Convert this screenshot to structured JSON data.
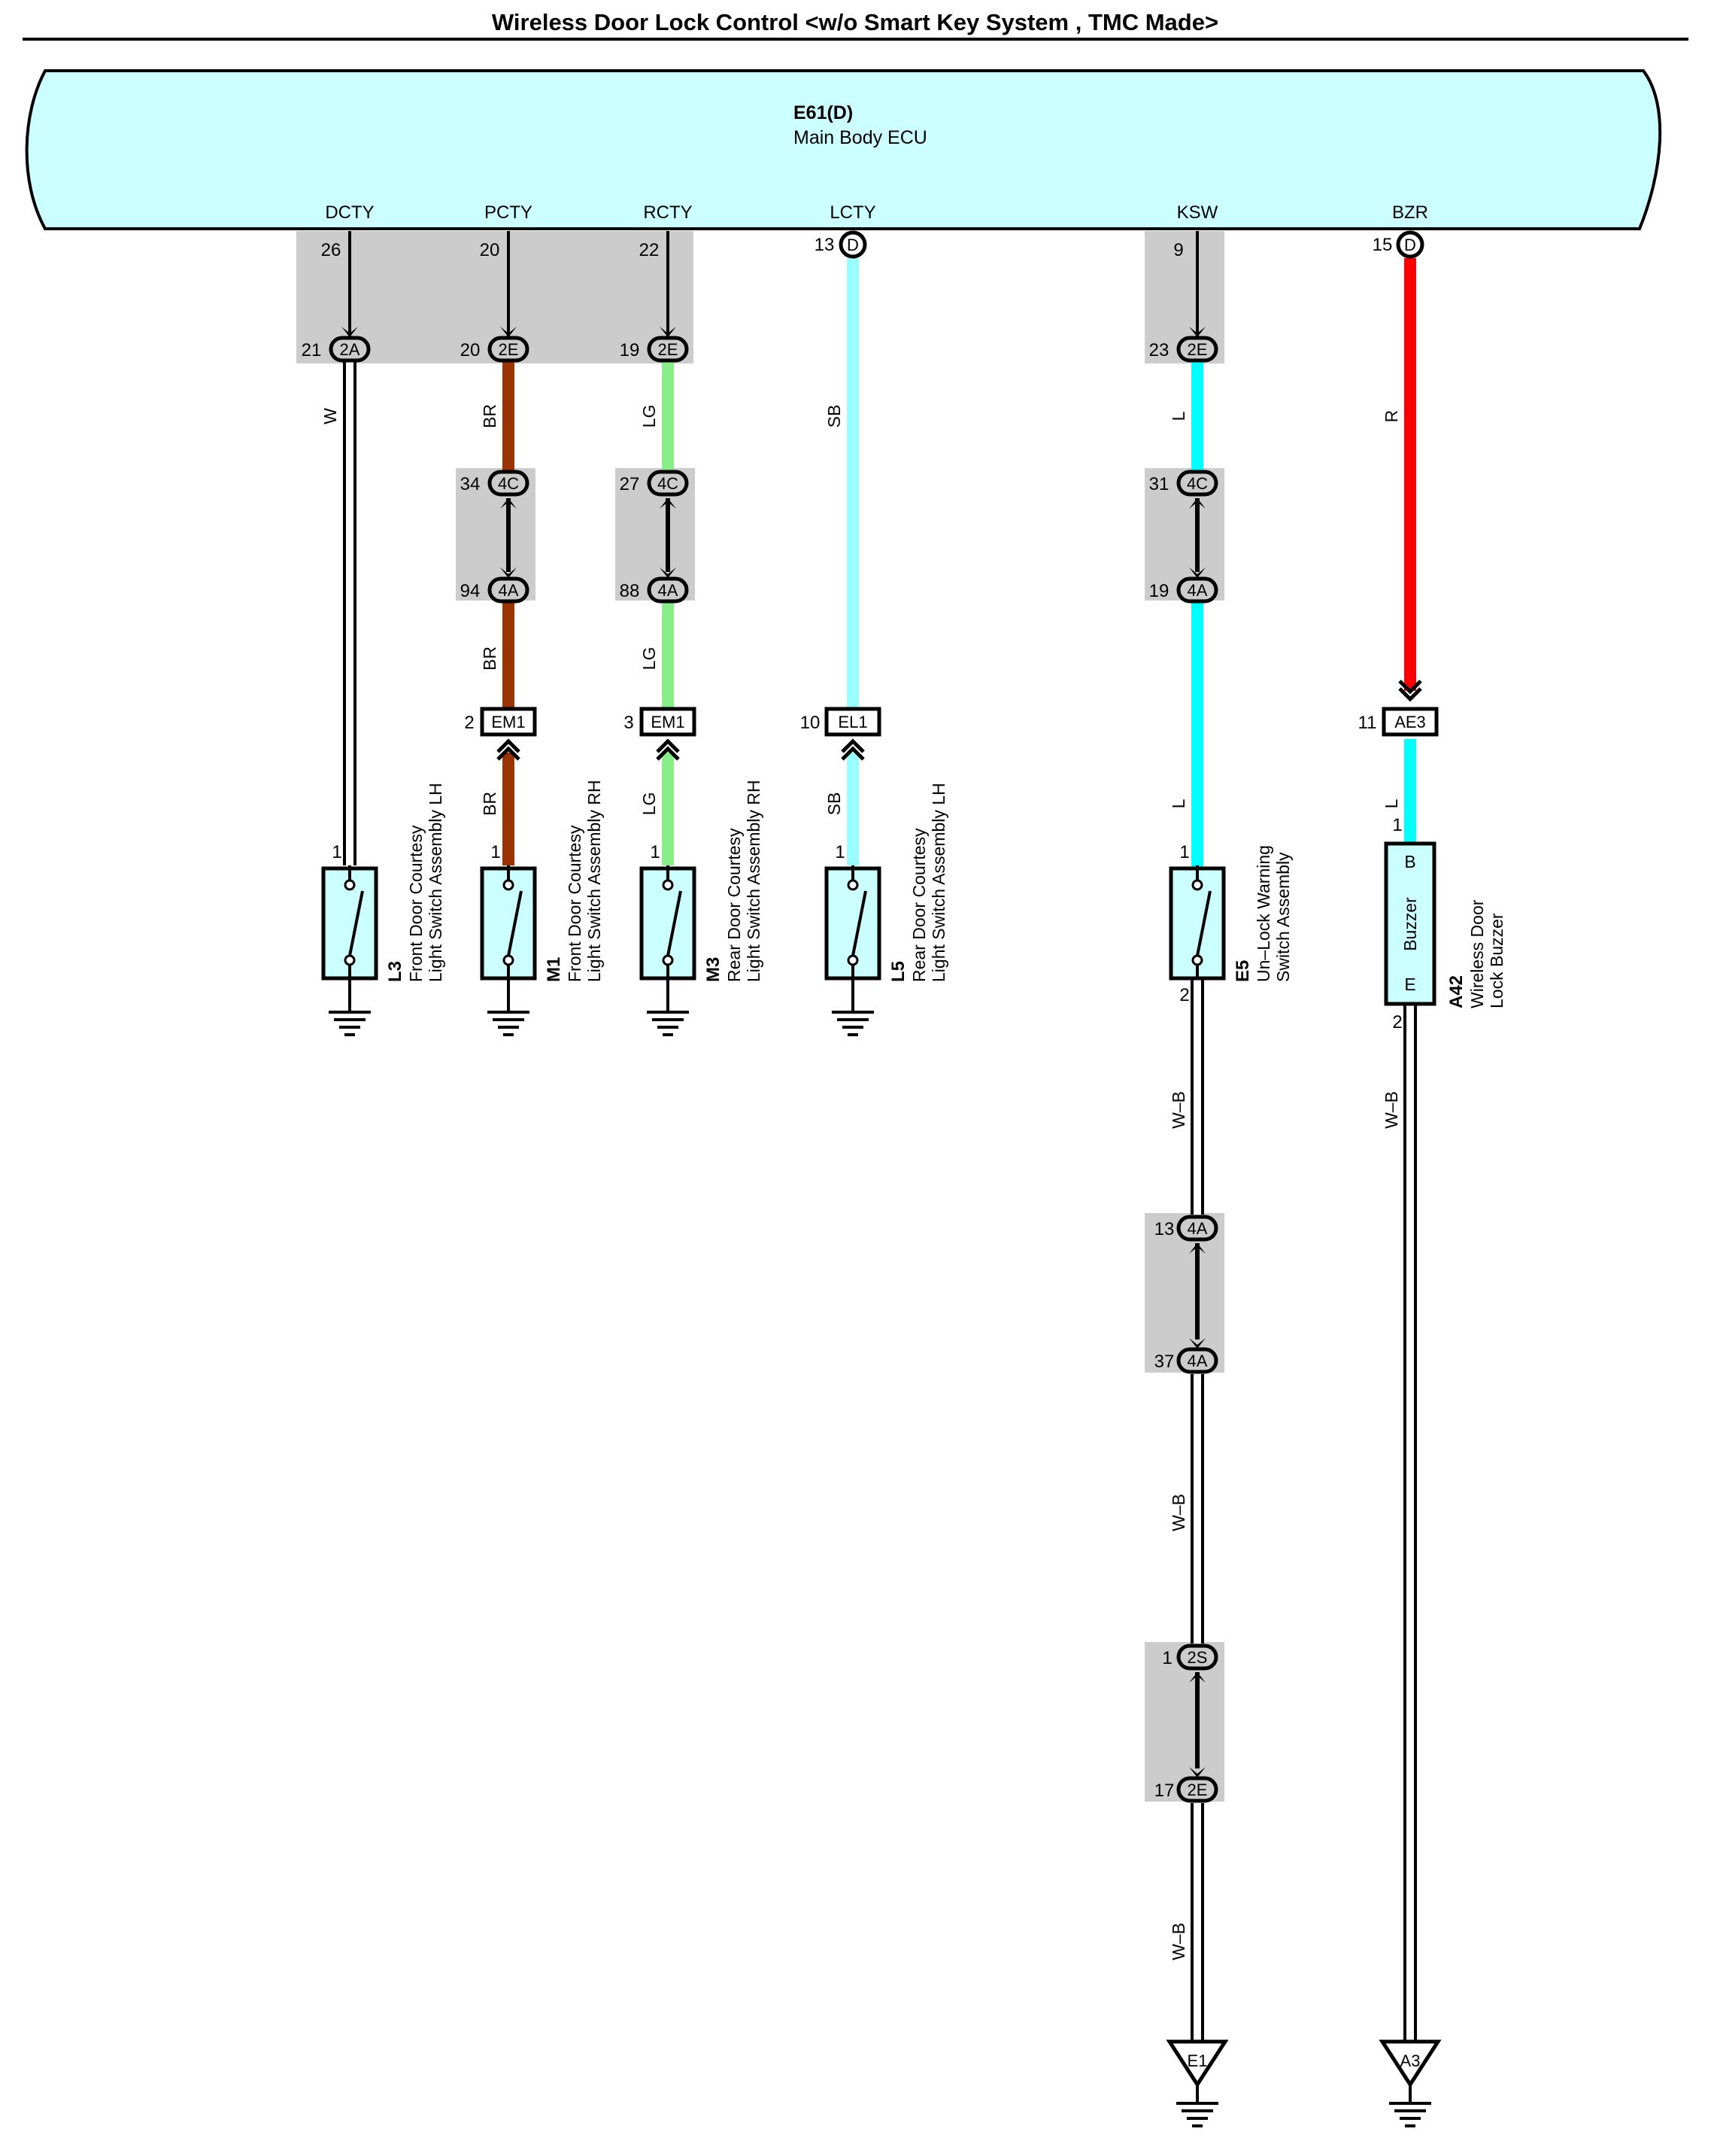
{
  "title": "Wireless Door Lock Control <w/o Smart Key System , TMC Made>",
  "ecu": {
    "connector": "E61(D)",
    "name": "Main Body ECU"
  },
  "terminals": [
    "DCTY",
    "PCTY",
    "RCTY",
    "LCTY",
    "KSW",
    "BZR"
  ],
  "ecu_pins": [
    "26",
    "20",
    "22",
    "13",
    "9",
    "15"
  ],
  "ecu_pin_connector": "D",
  "junctions": [
    {
      "pin": "21",
      "conn": "2A"
    },
    {
      "pin": "20",
      "conn": "2E"
    },
    {
      "pin": "19",
      "conn": "2E"
    },
    {
      "pin": "23",
      "conn": "2E"
    },
    {
      "pin": "34",
      "conn": "4C"
    },
    {
      "pin": "94",
      "conn": "4A"
    },
    {
      "pin": "27",
      "conn": "4C"
    },
    {
      "pin": "88",
      "conn": "4A"
    },
    {
      "pin": "31",
      "conn": "4C"
    },
    {
      "pin": "19",
      "conn": "4A"
    },
    {
      "pin": "13",
      "conn": "4A"
    },
    {
      "pin": "37",
      "conn": "4A"
    },
    {
      "pin": "1",
      "conn": "2S"
    },
    {
      "pin": "17",
      "conn": "2E"
    }
  ],
  "inline_connectors": [
    {
      "pin": "2",
      "conn": "EM1"
    },
    {
      "pin": "3",
      "conn": "EM1"
    },
    {
      "pin": "10",
      "conn": "EL1"
    },
    {
      "pin": "11",
      "conn": "AE3"
    }
  ],
  "wire_colors": {
    "W": "W",
    "BR": "BR",
    "LG": "LG",
    "SB": "SB",
    "L": "L",
    "R": "R",
    "WB": "W–B"
  },
  "colors": {
    "ecu_fill": "#ccffff",
    "shield_gray": "#cccccc",
    "W": "#ffffff",
    "BR": "#993300",
    "LG": "#88ee88",
    "SB": "#99ffff",
    "L": "#00ffff",
    "R": "#ff0000",
    "WB": "#ffffff"
  },
  "components": [
    {
      "code": "L3",
      "line1": "Front Door Courtesy",
      "line2": "Light Switch Assembly LH",
      "pin_top": "1"
    },
    {
      "code": "M1",
      "line1": "Front Door Courtesy",
      "line2": "Light Switch Assembly RH",
      "pin_top": "1"
    },
    {
      "code": "M3",
      "line1": "Rear Door Courtesy",
      "line2": "Light Switch Assembly RH",
      "pin_top": "1"
    },
    {
      "code": "L5",
      "line1": "Rear Door Courtesy",
      "line2": "Light Switch Assembly LH",
      "pin_top": "1"
    },
    {
      "code": "E5",
      "line1": "Un–Lock Warning",
      "line2": "Switch Assembly",
      "pin_top": "1",
      "pin_bottom": "2"
    },
    {
      "code": "A42",
      "line1": "Wireless Door",
      "line2": "Lock Buzzer",
      "pin_top": "1",
      "pin_bottom": "2"
    }
  ],
  "buzzer": {
    "top": "B",
    "label": "Buzzer",
    "bottom": "E"
  },
  "grounds": [
    "E1",
    "A3"
  ]
}
